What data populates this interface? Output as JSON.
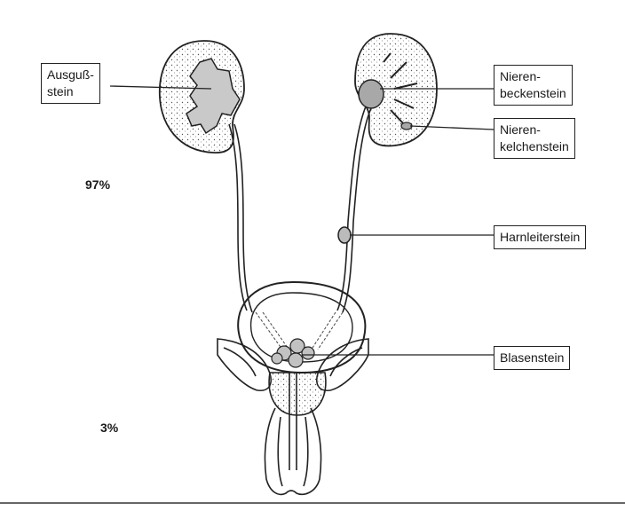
{
  "labels": {
    "ausguss": "Ausguß-\nstein",
    "nierenbecken": "Nieren-\nbeckenstein",
    "nierenkelch": "Nieren-\nkelchenstein",
    "harnleiter": "Harnleiterstein",
    "blasen": "Blasenstein"
  },
  "percentages": {
    "upper": "97%",
    "lower": "3%"
  }
}
